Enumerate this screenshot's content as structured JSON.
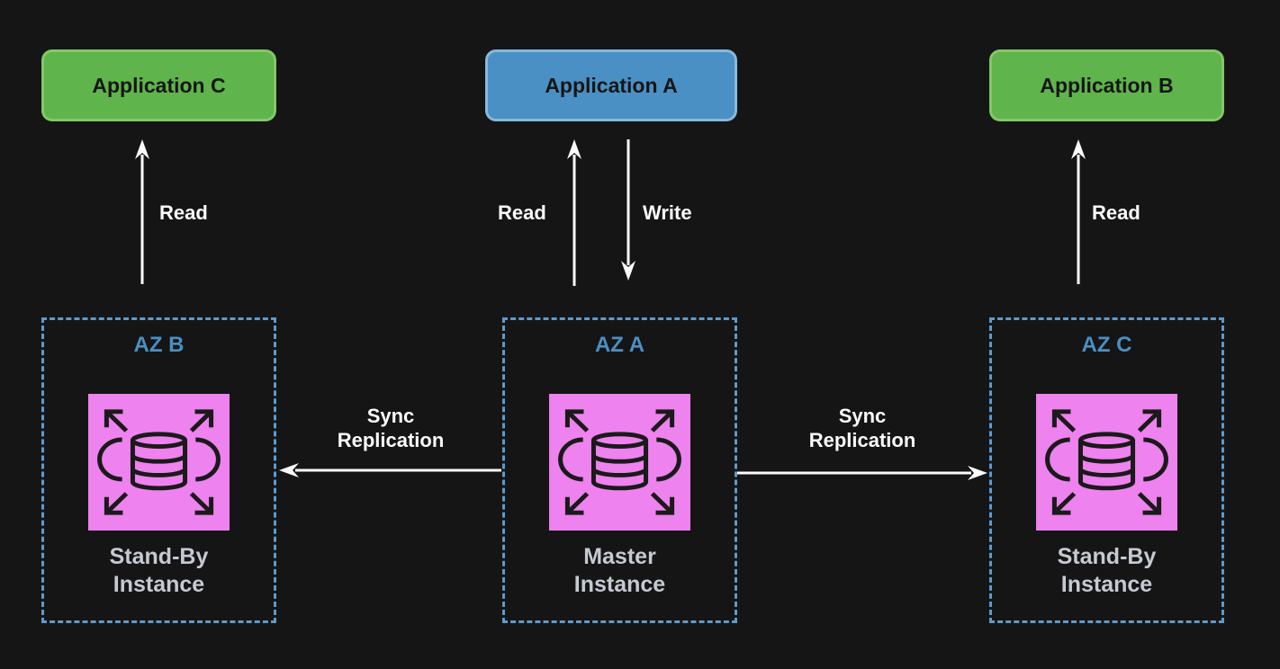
{
  "colors": {
    "bg": "#151515",
    "app_green": "#5fb44b",
    "app_green_border": "#82c868",
    "app_blue": "#4a90c4",
    "app_blue_border": "#86b9de",
    "app_text": "#161616",
    "az_border": "#5b9bd0",
    "az_label_color": "#4a8fc2",
    "db_pink": "#ee82ee",
    "db_stroke": "#1a1a1a",
    "instance_text": "#c5cad2",
    "arrow_color": "#fbfbfb"
  },
  "applications": [
    {
      "label": "Application C",
      "variant": "green"
    },
    {
      "label": "Application A",
      "variant": "blue"
    },
    {
      "label": "Application B",
      "variant": "green"
    }
  ],
  "zones": [
    {
      "label": "AZ B",
      "instance_lines": [
        "Stand-By",
        "Instance"
      ],
      "icon": "database-replication-icon"
    },
    {
      "label": "AZ A",
      "instance_lines": [
        "Master",
        "Instance"
      ],
      "icon": "database-replication-icon"
    },
    {
      "label": "AZ C",
      "instance_lines": [
        "Stand-By",
        "Instance"
      ],
      "icon": "database-replication-icon"
    }
  ],
  "flows": {
    "read_left": "Read",
    "read_center": "Read",
    "write_center": "Write",
    "read_right": "Read",
    "sync_left_lines": [
      "Sync",
      "Replication"
    ],
    "sync_right_lines": [
      "Sync",
      "Replication"
    ]
  }
}
